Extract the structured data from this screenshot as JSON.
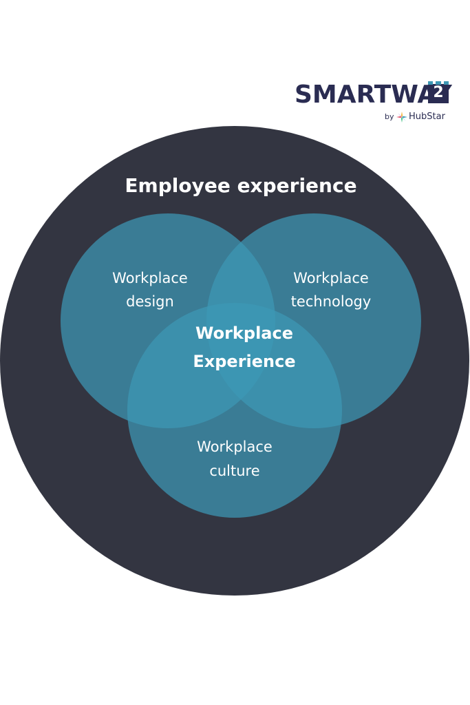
{
  "logo": {
    "wordmark": "SMARTWAY",
    "badge_number": "2",
    "by": "by",
    "partner": "HubStar",
    "brand_color": "#2a2c52"
  },
  "diagram": {
    "outer_circle_label": "Employee experience",
    "circles": [
      {
        "label_line1": "Workplace",
        "label_line2": "design"
      },
      {
        "label_line1": "Workplace",
        "label_line2": "technology"
      },
      {
        "label_line1": "Workplace",
        "label_line2": "culture"
      }
    ],
    "intersection_label_line1": "Workplace",
    "intersection_label_line2": "Experience",
    "colors": {
      "outer": "#333541",
      "circle_fill": "#3d98b5",
      "circle_opacity": 0.72,
      "text": "#ffffff"
    }
  }
}
